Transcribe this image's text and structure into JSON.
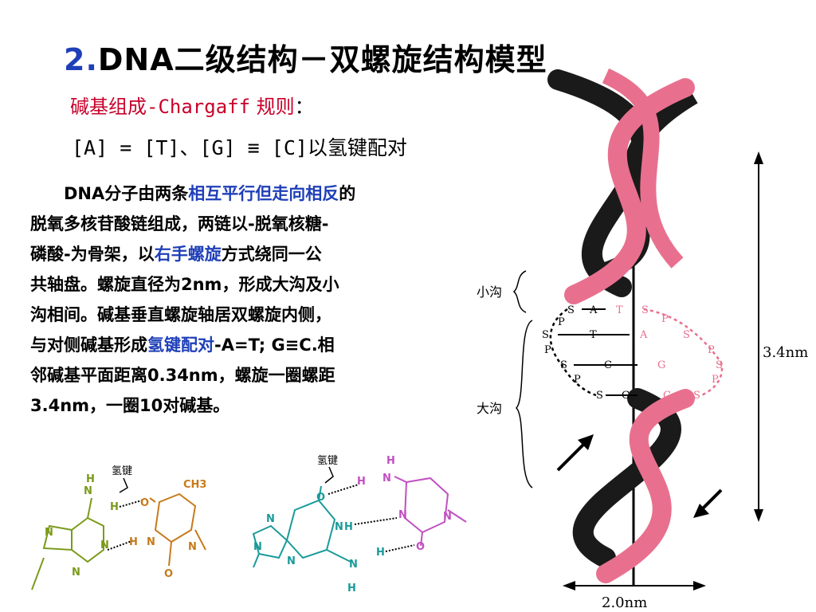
{
  "title": {
    "number": "2.",
    "text": "DNA二级结构－双螺旋结构模型"
  },
  "subtitle": {
    "label_cn": "碱基组成",
    "label_en": "-Chargaff",
    "label_rule": " 规则",
    "colon": "：",
    "formula": "[A] = [T]、[G] ≡ [C]以氢键配对"
  },
  "paragraph": {
    "l1a": "DNA分子由两条",
    "l1b": "相互平行但走向相反",
    "l1c": "的",
    "l2": "脱氧多核苷酸链组成，两链以-脱氧核糖-",
    "l3a": "磷酸-为骨架，以",
    "l3b": "右手螺旋",
    "l3c": "方式绕同一公",
    "l4": "共轴盘。螺旋直径为2nm，形成大沟及小",
    "l5": "沟相间。碱基垂直螺旋轴居双螺旋内侧，",
    "l6a": "与对侧碱基形成",
    "l6b": "氢键配对",
    "l6c": "-A=T;  G≡C.相",
    "l7": "邻碱基平面距离0.34nm，螺旋一圈螺距",
    "l8": "3.4nm，一圈10对碱基。"
  },
  "helix_labels": {
    "minor_groove": "小沟",
    "major_groove": "大沟",
    "pitch": "3.4nm",
    "diameter": "2.0nm",
    "S": "S",
    "P": "P",
    "A": "A",
    "T": "T",
    "G": "G",
    "C": "C"
  },
  "base_pair_labels": {
    "hbond_left": "氢键",
    "hbond_right": "氢键",
    "N": "N",
    "H": "H",
    "O": "O",
    "CH3": "CH3"
  },
  "colors": {
    "title_blue": "#1f3fb8",
    "chargaff_red": "#c8002a",
    "strand_pink": "#e8708e",
    "adenine": "#7a9a1a",
    "thymine": "#c87a1a",
    "guanine": "#1a9a9a",
    "cytosine": "#c050c0"
  }
}
